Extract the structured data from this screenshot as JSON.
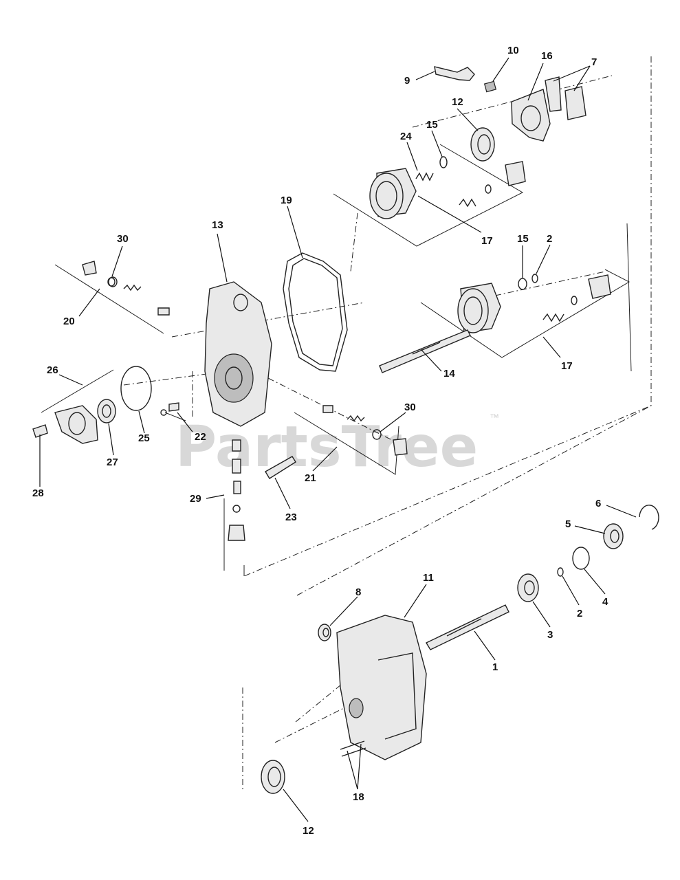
{
  "watermark": {
    "text": "PartsTree",
    "trademark": "™"
  },
  "callouts": [
    {
      "id": "c10a",
      "label": "10"
    },
    {
      "id": "c16",
      "label": "16"
    },
    {
      "id": "c7",
      "label": "7"
    },
    {
      "id": "c9",
      "label": "9"
    },
    {
      "id": "c12a",
      "label": "12"
    },
    {
      "id": "c15a",
      "label": "15"
    },
    {
      "id": "c24",
      "label": "24"
    },
    {
      "id": "c19",
      "label": "19"
    },
    {
      "id": "c13",
      "label": "13"
    },
    {
      "id": "c30a",
      "label": "30"
    },
    {
      "id": "c17a",
      "label": "17"
    },
    {
      "id": "c15b",
      "label": "15"
    },
    {
      "id": "c2a",
      "label": "2"
    },
    {
      "id": "c20",
      "label": "20"
    },
    {
      "id": "c14",
      "label": "14"
    },
    {
      "id": "c17b",
      "label": "17"
    },
    {
      "id": "c26",
      "label": "26"
    },
    {
      "id": "c30b",
      "label": "30"
    },
    {
      "id": "c22",
      "label": "22"
    },
    {
      "id": "c25",
      "label": "25"
    },
    {
      "id": "c27",
      "label": "27"
    },
    {
      "id": "c21",
      "label": "21"
    },
    {
      "id": "c28",
      "label": "28"
    },
    {
      "id": "c29",
      "label": "29"
    },
    {
      "id": "c23",
      "label": "23"
    },
    {
      "id": "c6",
      "label": "6"
    },
    {
      "id": "c5",
      "label": "5"
    },
    {
      "id": "c11",
      "label": "11"
    },
    {
      "id": "c8",
      "label": "8"
    },
    {
      "id": "c3",
      "label": "3"
    },
    {
      "id": "c2b",
      "label": "2"
    },
    {
      "id": "c4",
      "label": "4"
    },
    {
      "id": "c1",
      "label": "1"
    },
    {
      "id": "c18",
      "label": "18"
    },
    {
      "id": "c12b",
      "label": "12"
    }
  ]
}
